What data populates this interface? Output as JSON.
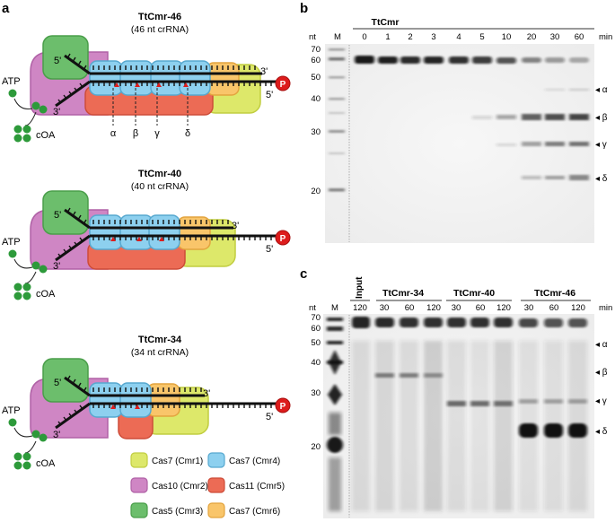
{
  "panel_labels": {
    "a": "a",
    "b": "b",
    "c": "c"
  },
  "colors": {
    "cas7_cmr1": "#dde86a",
    "cas10_cmr2": "#cf86c4",
    "cas5_cmr3": "#6cbe6c",
    "cas7_cmr4": "#8dd0ef",
    "cas11_cmr5": "#ec6b55",
    "cas7_cmr6": "#f9c56a",
    "cOA_green": "#2d9a3a",
    "phosphate_red": "#dd1c1c"
  },
  "panel_a": {
    "complexes": [
      {
        "title": "TtCmr-46",
        "subtitle": "(46 nt crRNA)",
        "cleavage_labels": [
          "α",
          "β",
          "γ",
          "δ"
        ]
      },
      {
        "title": "TtCmr-40",
        "subtitle": "(40 nt crRNA)",
        "cleavage_labels": []
      },
      {
        "title": "TtCmr-34",
        "subtitle": "(34 nt crRNA)",
        "cleavage_labels": []
      }
    ],
    "strand_labels": {
      "five_prime": "5'",
      "three_prime": "3'"
    },
    "atp": "ATP",
    "coa": "cOA",
    "phosphate": "P",
    "legend": [
      {
        "label": "Cas7 (Cmr1)",
        "color_key": "cas7_cmr1"
      },
      {
        "label": "Cas7 (Cmr4)",
        "color_key": "cas7_cmr4"
      },
      {
        "label": "Cas10 (Cmr2)",
        "color_key": "cas10_cmr2"
      },
      {
        "label": "Cas11 (Cmr5)",
        "color_key": "cas11_cmr5"
      },
      {
        "label": "Cas5 (Cmr3)",
        "color_key": "cas5_cmr3"
      },
      {
        "label": "Cas7 (Cmr6)",
        "color_key": "cas7_cmr6"
      }
    ]
  },
  "panel_b": {
    "header": "TtCmr",
    "nt_label": "nt",
    "m_label": "M",
    "min_label": "min",
    "time_points": [
      "0",
      "1",
      "2",
      "3",
      "4",
      "5",
      "10",
      "20",
      "30",
      "60"
    ],
    "size_markers": [
      "70",
      "60",
      "50",
      "40",
      "30",
      "20"
    ],
    "band_labels": [
      "◂ α",
      "◂ β",
      "◂ γ",
      "◂ δ"
    ]
  },
  "panel_c": {
    "nt_label": "nt",
    "m_label": "M",
    "input_label": "Input",
    "min_label": "min",
    "groups": [
      {
        "name": "TtCmr-34",
        "times": [
          "30",
          "60",
          "120"
        ]
      },
      {
        "name": "TtCmr-40",
        "times": [
          "30",
          "60",
          "120"
        ]
      },
      {
        "name": "TtCmr-46",
        "times": [
          "30",
          "60",
          "120"
        ]
      }
    ],
    "input_time": "120",
    "size_markers": [
      "70",
      "60",
      "50",
      "40",
      "30",
      "20"
    ],
    "band_labels": [
      "◂ α",
      "◂ β",
      "◂ γ",
      "◂ δ"
    ]
  }
}
